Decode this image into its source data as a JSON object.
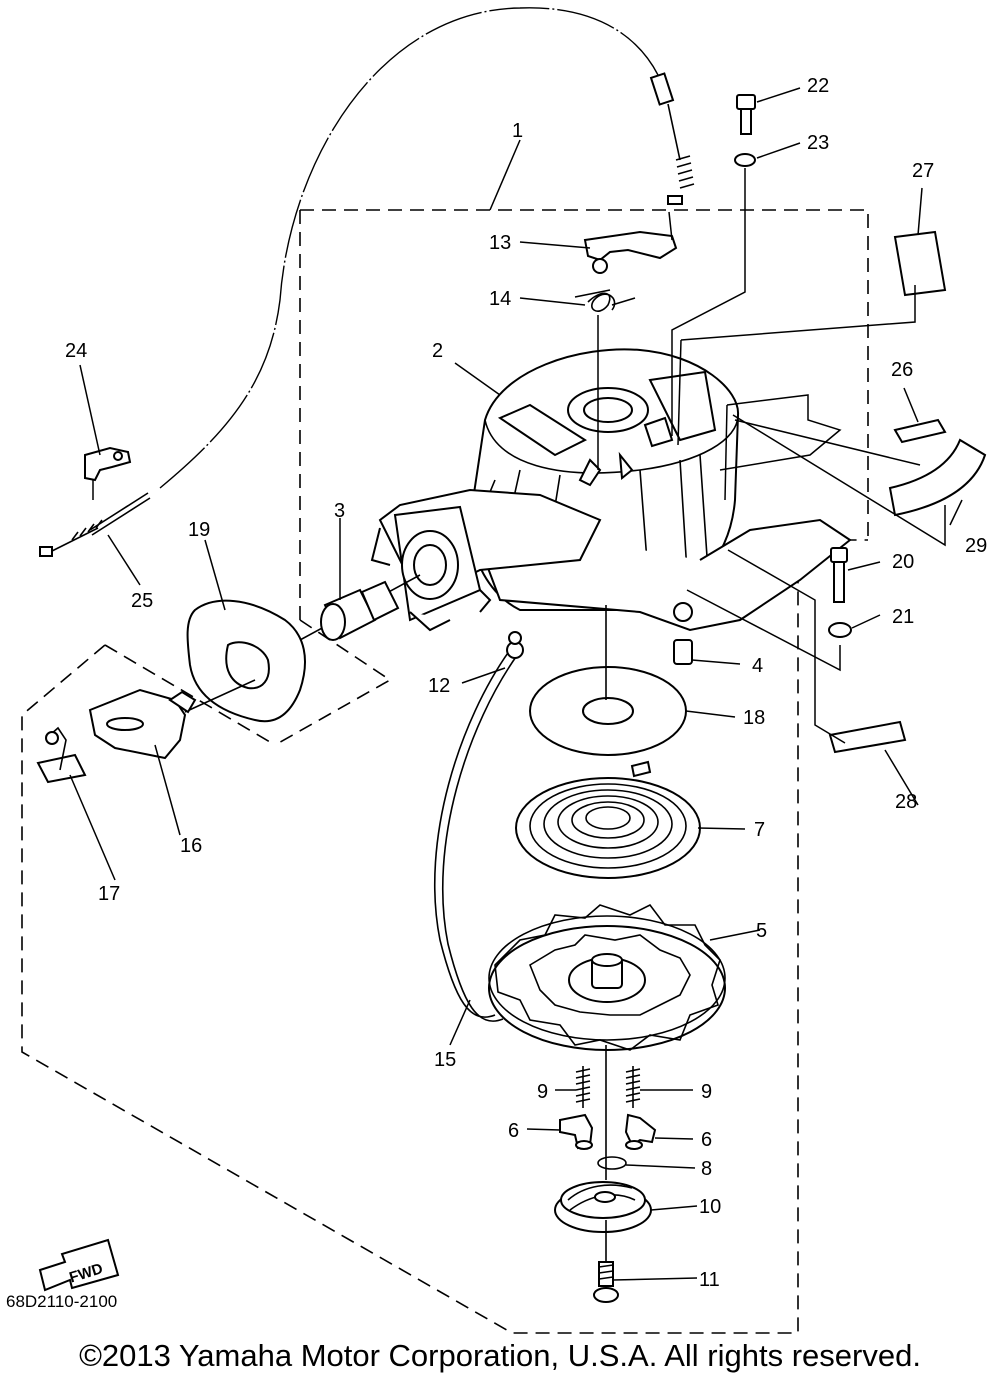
{
  "diagram_code": "68D2110-2100",
  "fwd_label": "FWD",
  "copyright": "©2013 Yamaha Motor Corporation, U.S.A. All rights reserved.",
  "callouts": {
    "c1": "1",
    "c2": "2",
    "c3": "3",
    "c4": "4",
    "c5": "5",
    "c6a": "6",
    "c6b": "6",
    "c7": "7",
    "c8": "8",
    "c9a": "9",
    "c9b": "9",
    "c10": "10",
    "c11": "11",
    "c12": "12",
    "c13": "13",
    "c14": "14",
    "c15": "15",
    "c16": "16",
    "c17": "17",
    "c18": "18",
    "c19": "19",
    "c20": "20",
    "c21": "21",
    "c22": "22",
    "c23": "23",
    "c24": "24",
    "c25": "25",
    "c26": "26",
    "c27": "27",
    "c28": "28",
    "c29": "29"
  }
}
